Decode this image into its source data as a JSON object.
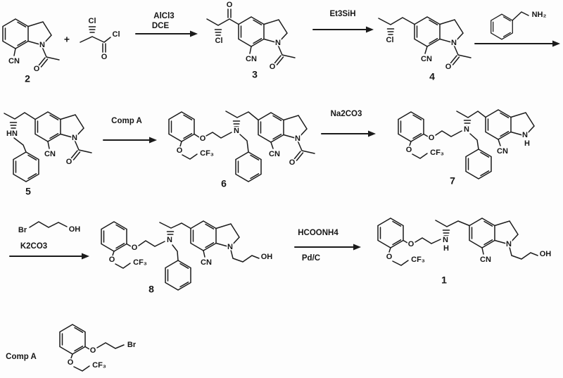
{
  "atoms": {
    "n": "N",
    "h": "H",
    "hn": "HN",
    "o": "O",
    "cl": "Cl",
    "cn": "CN",
    "cf3": "CF₃",
    "oh": "OH",
    "br": "Br",
    "nh2": "NH₂",
    "plus": "+"
  },
  "compound_labels": {
    "c1": "1",
    "c2": "2",
    "c3": "3",
    "c4": "4",
    "c5": "5",
    "c6": "6",
    "c7": "7",
    "c8": "8"
  },
  "reagents": {
    "alcl3": "AlCl3",
    "dce": "DCE",
    "et3sih": "Et3SiH",
    "comp_a": "Comp A",
    "na2co3": "Na2CO3",
    "k2co3": "K2CO3",
    "hcoonh4": "HCOONH4",
    "pdc": "Pd/C"
  }
}
